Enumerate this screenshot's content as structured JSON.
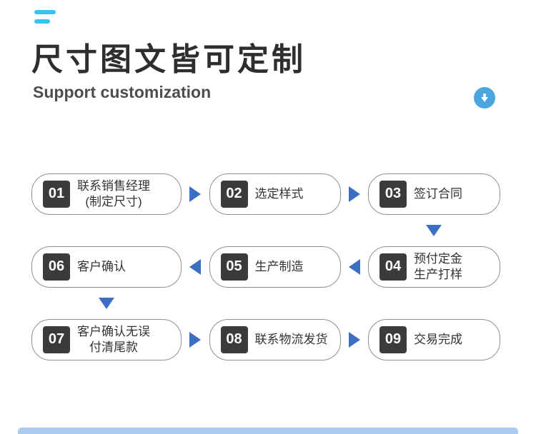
{
  "header": {
    "title": "尺寸图文皆可定制",
    "subtitle": "Support customization"
  },
  "steps": [
    {
      "num": "01",
      "line1": "联系销售经理",
      "line2": "(制定尺寸)"
    },
    {
      "num": "02",
      "line1": "选定样式",
      "line2": ""
    },
    {
      "num": "03",
      "line1": "签订合同",
      "line2": ""
    },
    {
      "num": "04",
      "line1": "预付定金",
      "line2": "生产打样"
    },
    {
      "num": "05",
      "line1": "生产制造",
      "line2": ""
    },
    {
      "num": "06",
      "line1": "客户确认",
      "line2": ""
    },
    {
      "num": "07",
      "line1": "客户确认无误",
      "line2": "付清尾款"
    },
    {
      "num": "08",
      "line1": "联系物流发货",
      "line2": ""
    },
    {
      "num": "09",
      "line1": "交易完成",
      "line2": ""
    }
  ],
  "colors": {
    "accent_cyan": "#38c4f0",
    "arrow_blue": "#3a6fc4",
    "badge_dark": "#3b3b3b",
    "circle_button_blue": "#4ba5de",
    "bottom_bar_blue": "#aacbee",
    "title_text": "#2e2e2e"
  }
}
